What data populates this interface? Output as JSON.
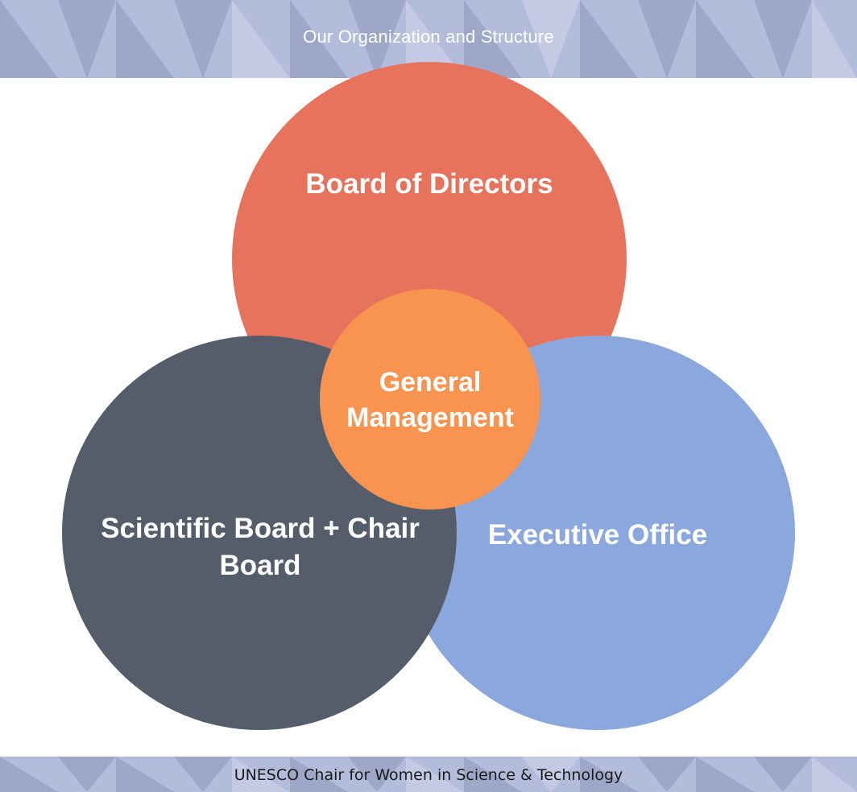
{
  "header": {
    "title": "Our Organization and Structure"
  },
  "diagram": {
    "top": "Board of Directors",
    "left": "Scientific Board + Chair Board",
    "right": "Executive Office",
    "center": "General Management"
  },
  "footer": {
    "title": "UNESCO Chair for Women in Science & Technology"
  },
  "colors": {
    "band": "#b4bcdc",
    "top_circle": "#e8735c",
    "left_circle": "#565d6a",
    "right_circle": "#8ba8de",
    "center_circle": "#f8944f"
  }
}
